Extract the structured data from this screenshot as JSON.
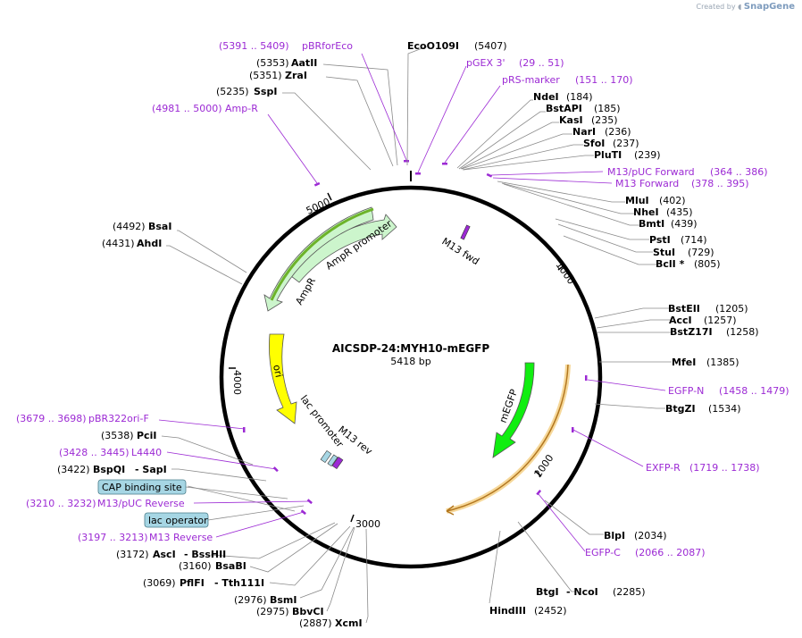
{
  "watermark": {
    "prefix": "Created by",
    "brand": "SnapGene"
  },
  "plasmid": {
    "name": "AICSDP-24:MYH10-mEGFP",
    "length": "5418 bp"
  },
  "ticks": {
    "t1000": "1000",
    "t2000": "2000",
    "t3000": "3000",
    "t4000": "4000",
    "t5000": "5000"
  },
  "sites": {
    "EcoO109I": {
      "name": "EcoO109I",
      "pos": "(5407)"
    },
    "AatII": {
      "name": "AatII",
      "pos": "(5353)"
    },
    "ZraI": {
      "name": "ZraI",
      "pos": "(5351)"
    },
    "SspI": {
      "name": "SspI",
      "pos": "(5235)"
    },
    "NdeI": {
      "name": "NdeI",
      "pos": "(184)"
    },
    "BstAPI": {
      "name": "BstAPI",
      "pos": "(185)"
    },
    "KasI": {
      "name": "KasI",
      "pos": "(235)"
    },
    "NarI": {
      "name": "NarI",
      "pos": "(236)"
    },
    "SfoI": {
      "name": "SfoI",
      "pos": "(237)"
    },
    "PluTI": {
      "name": "PluTI",
      "pos": "(239)"
    },
    "MluI": {
      "name": "MluI",
      "pos": "(402)"
    },
    "NheI": {
      "name": "NheI",
      "pos": "(435)"
    },
    "BmtI": {
      "name": "BmtI",
      "pos": "(439)"
    },
    "PstI": {
      "name": "PstI",
      "pos": "(714)"
    },
    "StuI": {
      "name": "StuI",
      "pos": "(729)"
    },
    "BclI": {
      "name": "BclI *",
      "pos": "(805)"
    },
    "BstEII": {
      "name": "BstEII",
      "pos": "(1205)"
    },
    "AccI": {
      "name": "AccI",
      "pos": "(1257)"
    },
    "BstZ17I": {
      "name": "BstZ17I",
      "pos": "(1258)"
    },
    "MfeI": {
      "name": "MfeI",
      "pos": "(1385)"
    },
    "BtgZI": {
      "name": "BtgZI",
      "pos": "(1534)"
    },
    "BlpI": {
      "name": "BlpI",
      "pos": "(2034)"
    },
    "BtgI": {
      "name": "BtgI",
      "pos": ""
    },
    "NcoI": {
      "name": "- NcoI",
      "pos": "(2285)"
    },
    "HindIII": {
      "name": "HindIII",
      "pos": "(2452)"
    },
    "BsaI": {
      "name": "BsaI",
      "pos": "(4492)"
    },
    "AhdI": {
      "name": "AhdI",
      "pos": "(4431)"
    },
    "PciI": {
      "name": "PciI",
      "pos": "(3538)"
    },
    "BspQI": {
      "name": "BspQI",
      "pos": "(3422)"
    },
    "SapI": {
      "name": "- SapI",
      "pos": ""
    },
    "AscI": {
      "name": "AscI",
      "pos": "(3172)"
    },
    "BssHII": {
      "name": "- BssHII",
      "pos": ""
    },
    "BsaBI": {
      "name": "BsaBI",
      "pos": "(3160)"
    },
    "PflFI": {
      "name": "PflFI",
      "pos": "(3069)"
    },
    "Tth111I": {
      "name": "- Tth111I",
      "pos": ""
    },
    "BsmI": {
      "name": "BsmI",
      "pos": "(2976)"
    },
    "BbvCI": {
      "name": "BbvCI",
      "pos": "(2975)"
    },
    "XcmI": {
      "name": "XcmI",
      "pos": "(2887)"
    }
  },
  "primers": {
    "pBRforEco": {
      "name": "pBRforEco",
      "range": "(5391 .. 5409)"
    },
    "pGEX3": {
      "name": "pGEX 3'",
      "range": "(29 .. 51)"
    },
    "pRSmarker": {
      "name": "pRS-marker",
      "range": "(151 .. 170)"
    },
    "AmpR": {
      "name": "Amp-R",
      "range": "(4981 .. 5000)"
    },
    "M13pUCFwd": {
      "name": "M13/pUC Forward",
      "range": "(364 .. 386)"
    },
    "M13Fwd": {
      "name": "M13 Forward",
      "range": "(378 .. 395)"
    },
    "EGFPN": {
      "name": "EGFP-N",
      "range": "(1458 .. 1479)"
    },
    "EXFPR": {
      "name": "EXFP-R",
      "range": "(1719 .. 1738)"
    },
    "EGFPC": {
      "name": "EGFP-C",
      "range": "(2066 .. 2087)"
    },
    "pBR322oriF": {
      "name": "pBR322ori-F",
      "range": "(3679 .. 3698)"
    },
    "L4440": {
      "name": "L4440",
      "range": "(3428 .. 3445)"
    },
    "M13pUCRev": {
      "name": "M13/pUC Reverse",
      "range": "(3210 .. 3232)"
    },
    "M13Rev": {
      "name": "M13 Reverse",
      "range": "(3197 .. 3213)"
    }
  },
  "boxes": {
    "cap": "CAP binding site",
    "lac": "lac operator"
  },
  "features": {
    "ampr_promoter": "AmpR promoter",
    "ampr": "AmpR",
    "ori": "ori",
    "lac_promoter": "lac promoter",
    "m13_rev": "M13 rev",
    "m13_fwd": "M13 fwd",
    "megfp": "mEGFP"
  },
  "colors": {
    "primer": "#9c2ad4",
    "ampr_fill": "#ccf5cc",
    "ori_fill": "#ffff00",
    "megfp_fill": "#11ee11",
    "box_fill": "#a6d6e4",
    "orange_arc": "#e8a533"
  }
}
